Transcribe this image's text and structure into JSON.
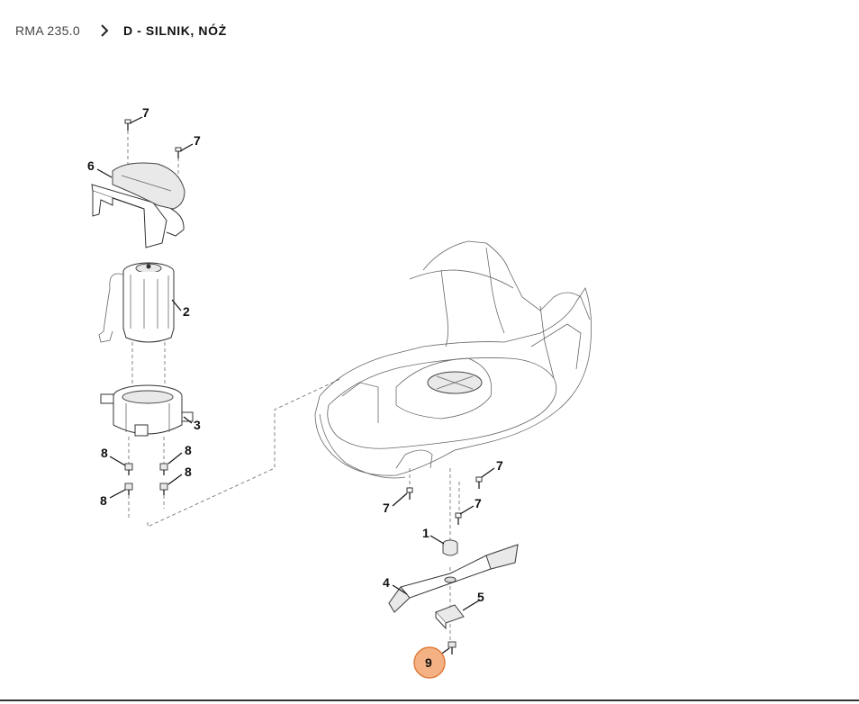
{
  "breadcrumb": {
    "root": "RMA 235.0",
    "current": "D - SILNIK, NÓŻ"
  },
  "diagram": {
    "labels": {
      "p1": "1",
      "p2": "2",
      "p3": "3",
      "p4": "4",
      "p5": "5",
      "p6": "6",
      "p7a": "7",
      "p7b": "7",
      "p7c": "7",
      "p7d": "7",
      "p7e": "7",
      "p8a": "8",
      "p8b": "8",
      "p8c": "8",
      "p8d": "8",
      "p9": "9"
    },
    "highlight_color": "#f4b183",
    "highlight_border": "#e07b3c"
  }
}
